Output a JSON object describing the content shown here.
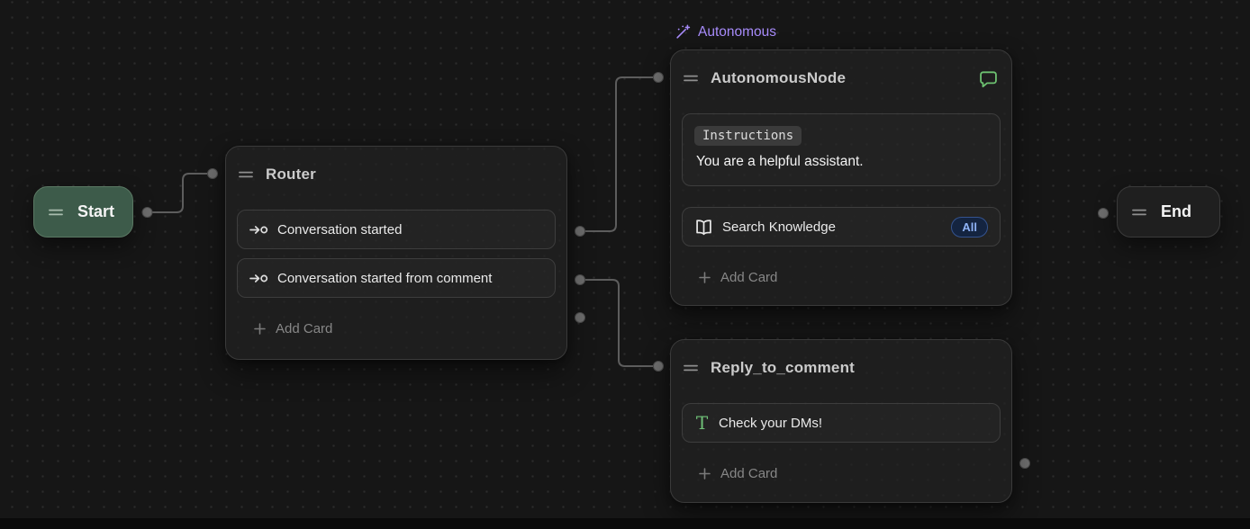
{
  "flag": {
    "label": "Autonomous"
  },
  "nodes": {
    "start": {
      "title": "Start"
    },
    "router": {
      "title": "Router",
      "cards": [
        {
          "icon": "trigger-icon",
          "label": "Conversation started"
        },
        {
          "icon": "trigger-icon",
          "label": "Conversation started from comment"
        }
      ],
      "add_card": "Add Card"
    },
    "autonomous": {
      "title": "AutonomousNode",
      "instructions": {
        "label": "Instructions",
        "value": "You are a helpful assistant."
      },
      "cards": [
        {
          "icon": "book-icon",
          "label": "Search Knowledge",
          "badge": "All"
        }
      ],
      "add_card": "Add Card"
    },
    "reply": {
      "title": "Reply_to_comment",
      "cards": [
        {
          "icon": "text-icon",
          "label": "Check your DMs!"
        }
      ],
      "add_card": "Add Card"
    },
    "end": {
      "title": "End"
    }
  },
  "connections": [
    {
      "from": "start",
      "to": "router"
    },
    {
      "from": "router:conversation-started",
      "to": "autonomous-node"
    },
    {
      "from": "router:conversation-started-from-comment",
      "to": "reply-to-comment"
    }
  ],
  "icons": {
    "drag-handle-icon": "≡",
    "trigger-icon": "→○",
    "wand-icon": "✨wand",
    "chat-bubble-icon": "💬 outline",
    "book-icon": "open book",
    "text-icon": "T",
    "plus-icon": "+"
  },
  "colors": {
    "canvas_bg": "#161616",
    "node_bg": "#1f1f1f",
    "node_border": "#3a3a3a",
    "start_bg": "#3d5b4a",
    "start_border": "#5a7863",
    "accent_purple": "#a78bfa",
    "accent_green": "#6fc077",
    "badge_bg": "#142440",
    "badge_border": "#34538f",
    "badge_text": "#8fb3f7",
    "edge": "#5d5d5d",
    "port": "#6e6e6e"
  }
}
